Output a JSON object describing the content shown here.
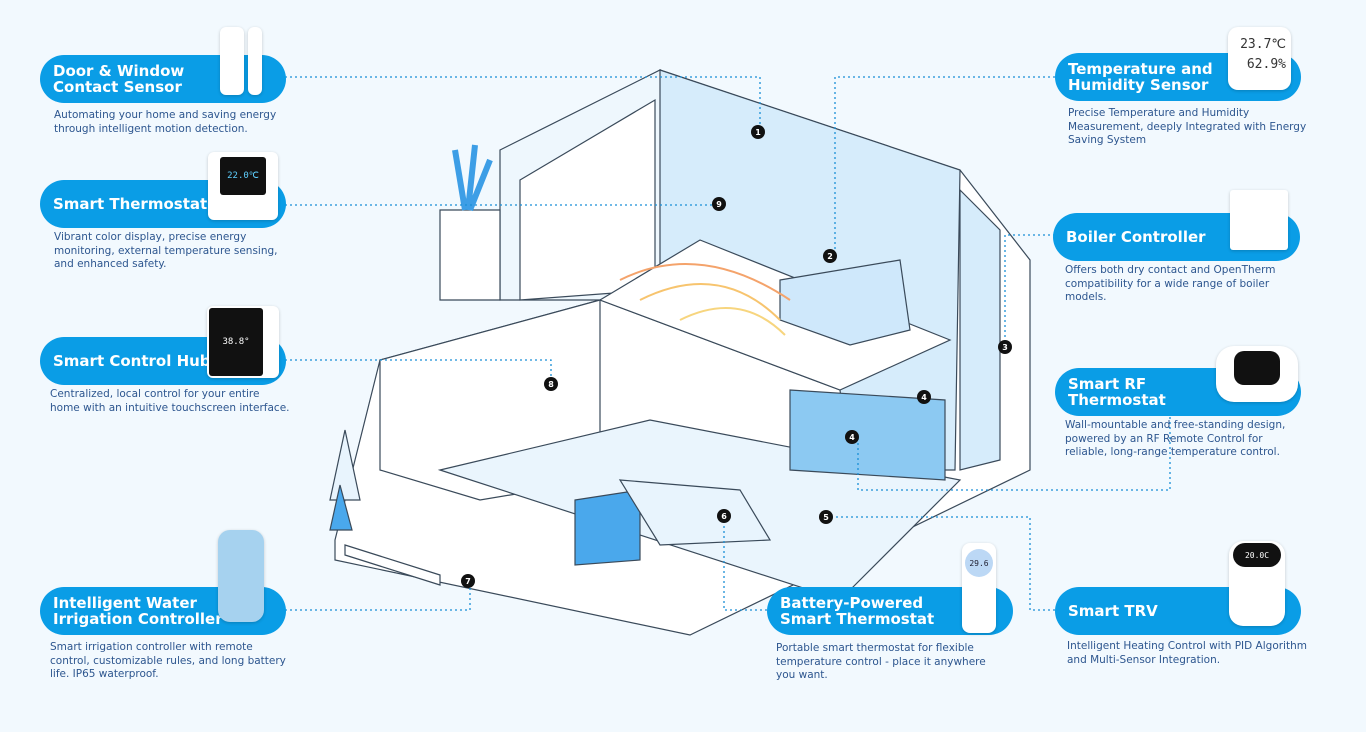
{
  "features": [
    {
      "id": "door",
      "title": "Door & Window Contact Sensor",
      "desc": "Automating your home and saving energy through intelligent motion detection."
    },
    {
      "id": "thermostats",
      "title": "Smart Thermostats",
      "desc": "Vibrant color display, precise energy monitoring, external temperature sensing, and enhanced safety.",
      "screen": "22.0℃"
    },
    {
      "id": "hub",
      "title": "Smart Control Hub",
      "desc": "Centralized, local control for your entire home with an intuitive touchscreen interface.",
      "screen": "38.8°"
    },
    {
      "id": "irrigation",
      "title": "Intelligent Water Irrigation Controller",
      "desc": "Smart irrigation controller with remote control, customizable rules, and long battery life. IP65 waterproof."
    },
    {
      "id": "temp",
      "title": "Temperature and Humidity Sensor",
      "desc": "Precise Temperature and Humidity Measurement, deeply Integrated with Energy Saving System",
      "screen_temp": "23.7℃",
      "screen_hum": "62.9%"
    },
    {
      "id": "boiler",
      "title": "Boiler Controller",
      "desc": "Offers both dry contact and OpenTherm compatibility for a wide range of boiler models."
    },
    {
      "id": "rf",
      "title": "Smart RF Thermostat",
      "desc": "Wall-mountable and free-standing design, powered by an RF Remote Control for reliable, long-range temperature control."
    },
    {
      "id": "battery",
      "title": "Battery-Powered Smart Thermostat",
      "desc": "Portable smart thermostat for flexible temperature control - place it anywhere you want.",
      "screen": "29.6"
    },
    {
      "id": "trv",
      "title": "Smart TRV",
      "desc": "Intelligent Heating Control with PID Algorithm and Multi-Sensor Integration.",
      "screen": "20.0C"
    }
  ],
  "markers": [
    "1",
    "2",
    "3",
    "4",
    "4",
    "5",
    "6",
    "7",
    "8",
    "9"
  ],
  "colors": {
    "accent": "#0a9de6",
    "text": "#2d568f",
    "background": "#f2f9fe"
  }
}
